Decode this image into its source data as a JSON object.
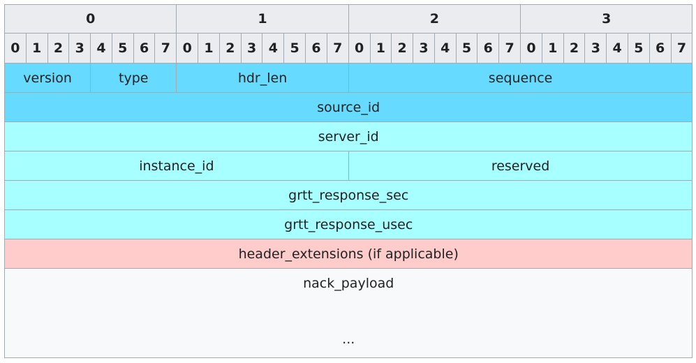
{
  "byte_labels": [
    "0",
    "1",
    "2",
    "3"
  ],
  "bit_labels": [
    "0",
    "1",
    "2",
    "3",
    "4",
    "5",
    "6",
    "7"
  ],
  "rows": {
    "r1": [
      "version",
      "type",
      "hdr_len",
      "sequence"
    ],
    "source_id": "source_id",
    "server_id": "server_id",
    "instance_id": "instance_id",
    "reserved": "reserved",
    "grtt_response_sec": "grtt_response_sec",
    "grtt_response_usec": "grtt_response_usec",
    "header_extensions": "header_extensions (if applicable)",
    "nack_payload": "nack_payload",
    "ellipsis": "..."
  },
  "colors": {
    "header_fields": "#66dbff",
    "body_fields": "#a8ffff",
    "extensions": "#ffcccc",
    "payload": "#f8f9fa",
    "header_cells": "#eaecf0"
  }
}
